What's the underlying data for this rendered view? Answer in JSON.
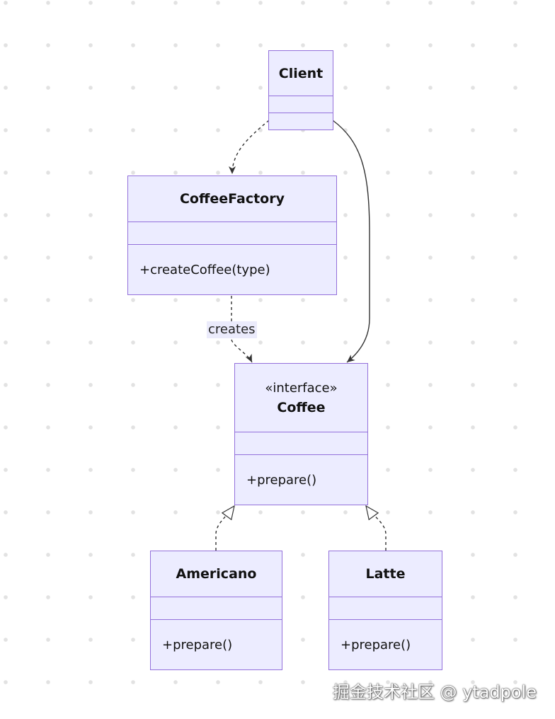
{
  "classes": {
    "client": {
      "name": "Client",
      "methods": []
    },
    "coffee_factory": {
      "name": "CoffeeFactory",
      "methods": [
        "+createCoffee(type)"
      ]
    },
    "coffee": {
      "stereotype": "«interface»",
      "name": "Coffee",
      "methods": [
        "+prepare()"
      ]
    },
    "americano": {
      "name": "Americano",
      "methods": [
        "+prepare()"
      ]
    },
    "latte": {
      "name": "Latte",
      "methods": [
        "+prepare()"
      ]
    }
  },
  "relations": [
    {
      "from": "Client",
      "to": "CoffeeFactory",
      "kind": "dependency",
      "label": ""
    },
    {
      "from": "Client",
      "to": "Coffee",
      "kind": "association",
      "label": ""
    },
    {
      "from": "CoffeeFactory",
      "to": "Coffee",
      "kind": "dependency",
      "label": "creates"
    },
    {
      "from": "Americano",
      "to": "Coffee",
      "kind": "realization",
      "label": ""
    },
    {
      "from": "Latte",
      "to": "Coffee",
      "kind": "realization",
      "label": ""
    }
  ],
  "watermark": "掘金技术社区 @ ytadpole",
  "colors": {
    "class_fill": "#ececff",
    "class_border": "#9370db",
    "edge": "#333333"
  }
}
